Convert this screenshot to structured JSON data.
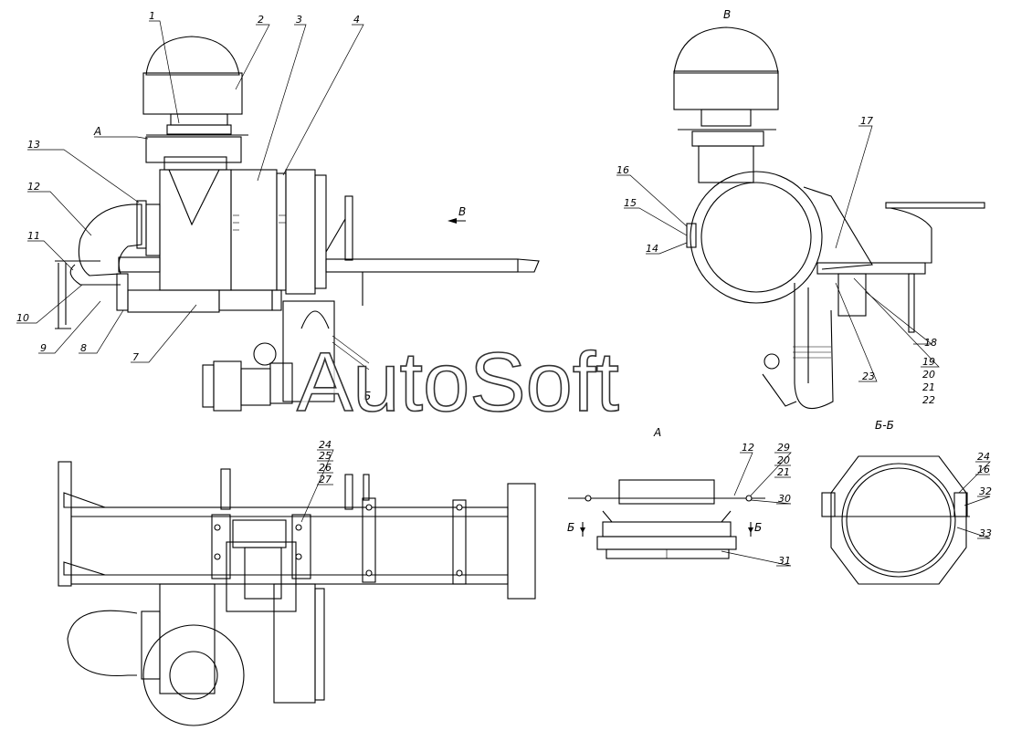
{
  "watermark": "AutoSoft",
  "view_labels": {
    "view_a": "А",
    "view_v": "В",
    "arrow_v": "В",
    "section_b": "Б",
    "section_bb": "Б-Б",
    "detail_a": "А",
    "section_mark_left": "Б",
    "section_mark_right": "Б",
    "arrow_b": "Б"
  },
  "callouts": {
    "c1": "1",
    "c2": "2",
    "c3": "3",
    "c4": "4",
    "c7": "7",
    "c8": "8",
    "c9": "9",
    "c10": "10",
    "c11": "11",
    "c12": "12",
    "c13": "13",
    "c14": "14",
    "c15": "15",
    "c16": "16",
    "c17": "17",
    "c18": "18",
    "c19": "19",
    "c20": "20",
    "c21": "21",
    "c22": "22",
    "c23": "23",
    "c24": "24",
    "c25": "25",
    "c26": "26",
    "c27": "27",
    "d12": "12",
    "d29": "29",
    "d20": "20",
    "d21": "21",
    "d30": "30",
    "d31": "31",
    "s24": "24",
    "s16": "16",
    "s32": "32",
    "s33": "33"
  }
}
